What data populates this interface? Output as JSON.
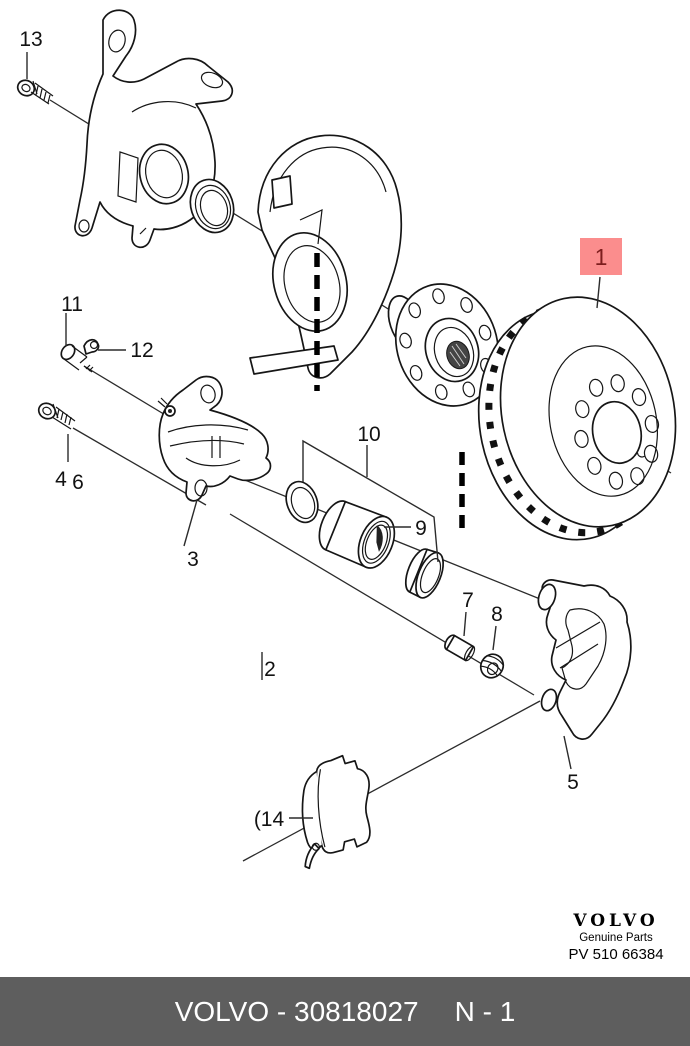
{
  "diagram": {
    "highlight": {
      "bg": "#fb8d8d",
      "fg": "#7d1d1d"
    },
    "callouts": {
      "c1": "1",
      "c2": "2",
      "c3": "3",
      "c4": "4",
      "c5": "5",
      "c6": "6",
      "c7": "7",
      "c8": "8",
      "c9": "9",
      "c10": "10",
      "c11": "11",
      "c12": "12",
      "c13": "13",
      "c14": "(14"
    }
  },
  "branding": {
    "logo": "VOLVO",
    "tagline": "Genuine Parts",
    "plate_code": "PV 510 66384"
  },
  "footer": {
    "bar_color": "#5e5e5e",
    "catalog_ref": "VOLVO - 30818027",
    "page_ref": "N - 1"
  }
}
